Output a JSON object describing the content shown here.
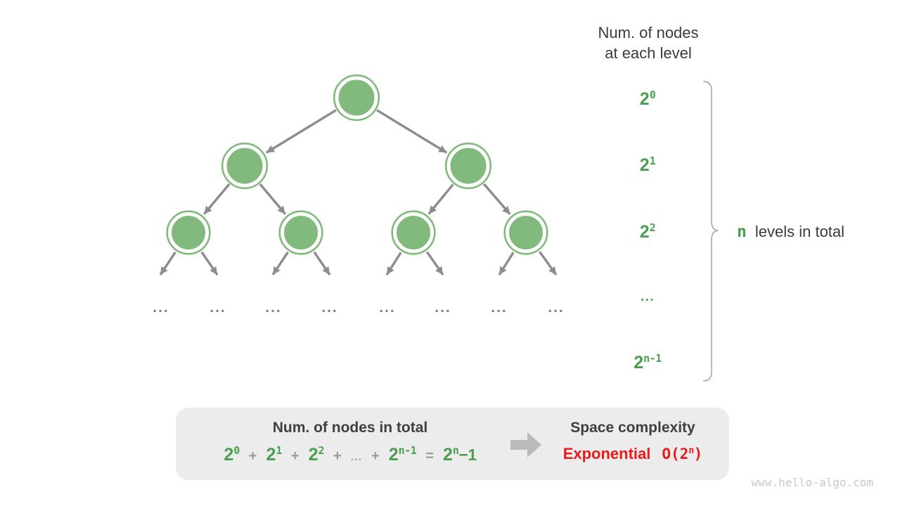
{
  "right_column": {
    "header_line1": "Num. of nodes",
    "header_line2": "at each level"
  },
  "levels": [
    {
      "base": "2",
      "sup": "0"
    },
    {
      "base": "2",
      "sup": "1"
    },
    {
      "base": "2",
      "sup": "2"
    },
    {
      "base": "...",
      "sup": "",
      "ellipsis": true
    },
    {
      "base": "2",
      "sup": "n-1"
    }
  ],
  "brace_label": {
    "symbol": "n",
    "text": "levels in total"
  },
  "tree": {
    "ellipsis": "..."
  },
  "summary_box": {
    "left_title": "Num. of nodes in total",
    "formula": [
      {
        "t": "2",
        "sup": "0",
        "style": "pow"
      },
      {
        "t": "+",
        "style": "op"
      },
      {
        "t": "2",
        "sup": "1",
        "style": "pow"
      },
      {
        "t": "+",
        "style": "op"
      },
      {
        "t": "2",
        "sup": "2",
        "style": "pow"
      },
      {
        "t": "+",
        "style": "op"
      },
      {
        "t": "...",
        "style": "dots"
      },
      {
        "t": "+",
        "style": "op"
      },
      {
        "t": "2",
        "sup": "n-1",
        "style": "pow"
      },
      {
        "t": "=",
        "style": "op"
      },
      {
        "t": "2",
        "sup": "n",
        "tail": "−1",
        "style": "pow"
      }
    ],
    "right_title": "Space complexity",
    "complexity": {
      "word": "Exponential",
      "big_o_base": "O(2",
      "big_o_sup": "n",
      "big_o_close": ")"
    }
  },
  "watermark": "www.hello-algo.com",
  "colors": {
    "node_green": "#82ba7e",
    "text_green": "#4c9e50",
    "dark_text": "#3a3a3a",
    "symbol_gray": "#9b9b9b",
    "edge_gray": "#8c8c8c",
    "red": "#e81b1b",
    "box_bg": "#ececec",
    "block_arrow_gray": "#bababa"
  }
}
